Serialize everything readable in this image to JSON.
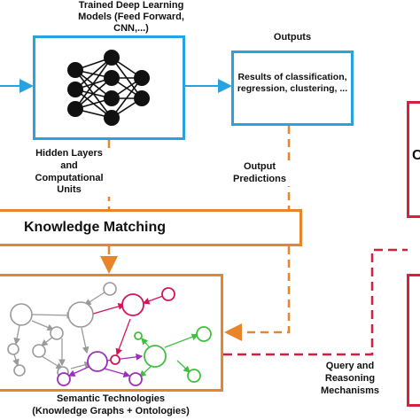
{
  "top": {
    "model_title": "Trained Deep Learning Models (Feed Forward, CNN,...)",
    "outputs_title": "Outputs",
    "outputs_body": "Results of classification, regression, clustering, ..."
  },
  "labels": {
    "hidden_layers": "Hidden Layers and Computational Units",
    "output_predictions": "Output Predictions",
    "query_reasoning": "Query and Reasoning Mechanisms"
  },
  "knowledge_matching": "Knowledge Matching",
  "semantic": {
    "caption_line1": "Semantic Technologies",
    "caption_line2": "(Knowledge Graphs + Ontologies)"
  },
  "right_partial": {
    "letter": "C"
  },
  "colors": {
    "blue": "#29a3e0",
    "orange": "#e8852b",
    "red": "#d81f3c",
    "gray": "#9a9a9a",
    "green": "#3fbf3f",
    "purple": "#9b2fb8",
    "crimson": "#d4145a"
  },
  "icons": {
    "neural_net": "neural-network-icon",
    "knowledge_graph": "knowledge-graph-icon"
  }
}
